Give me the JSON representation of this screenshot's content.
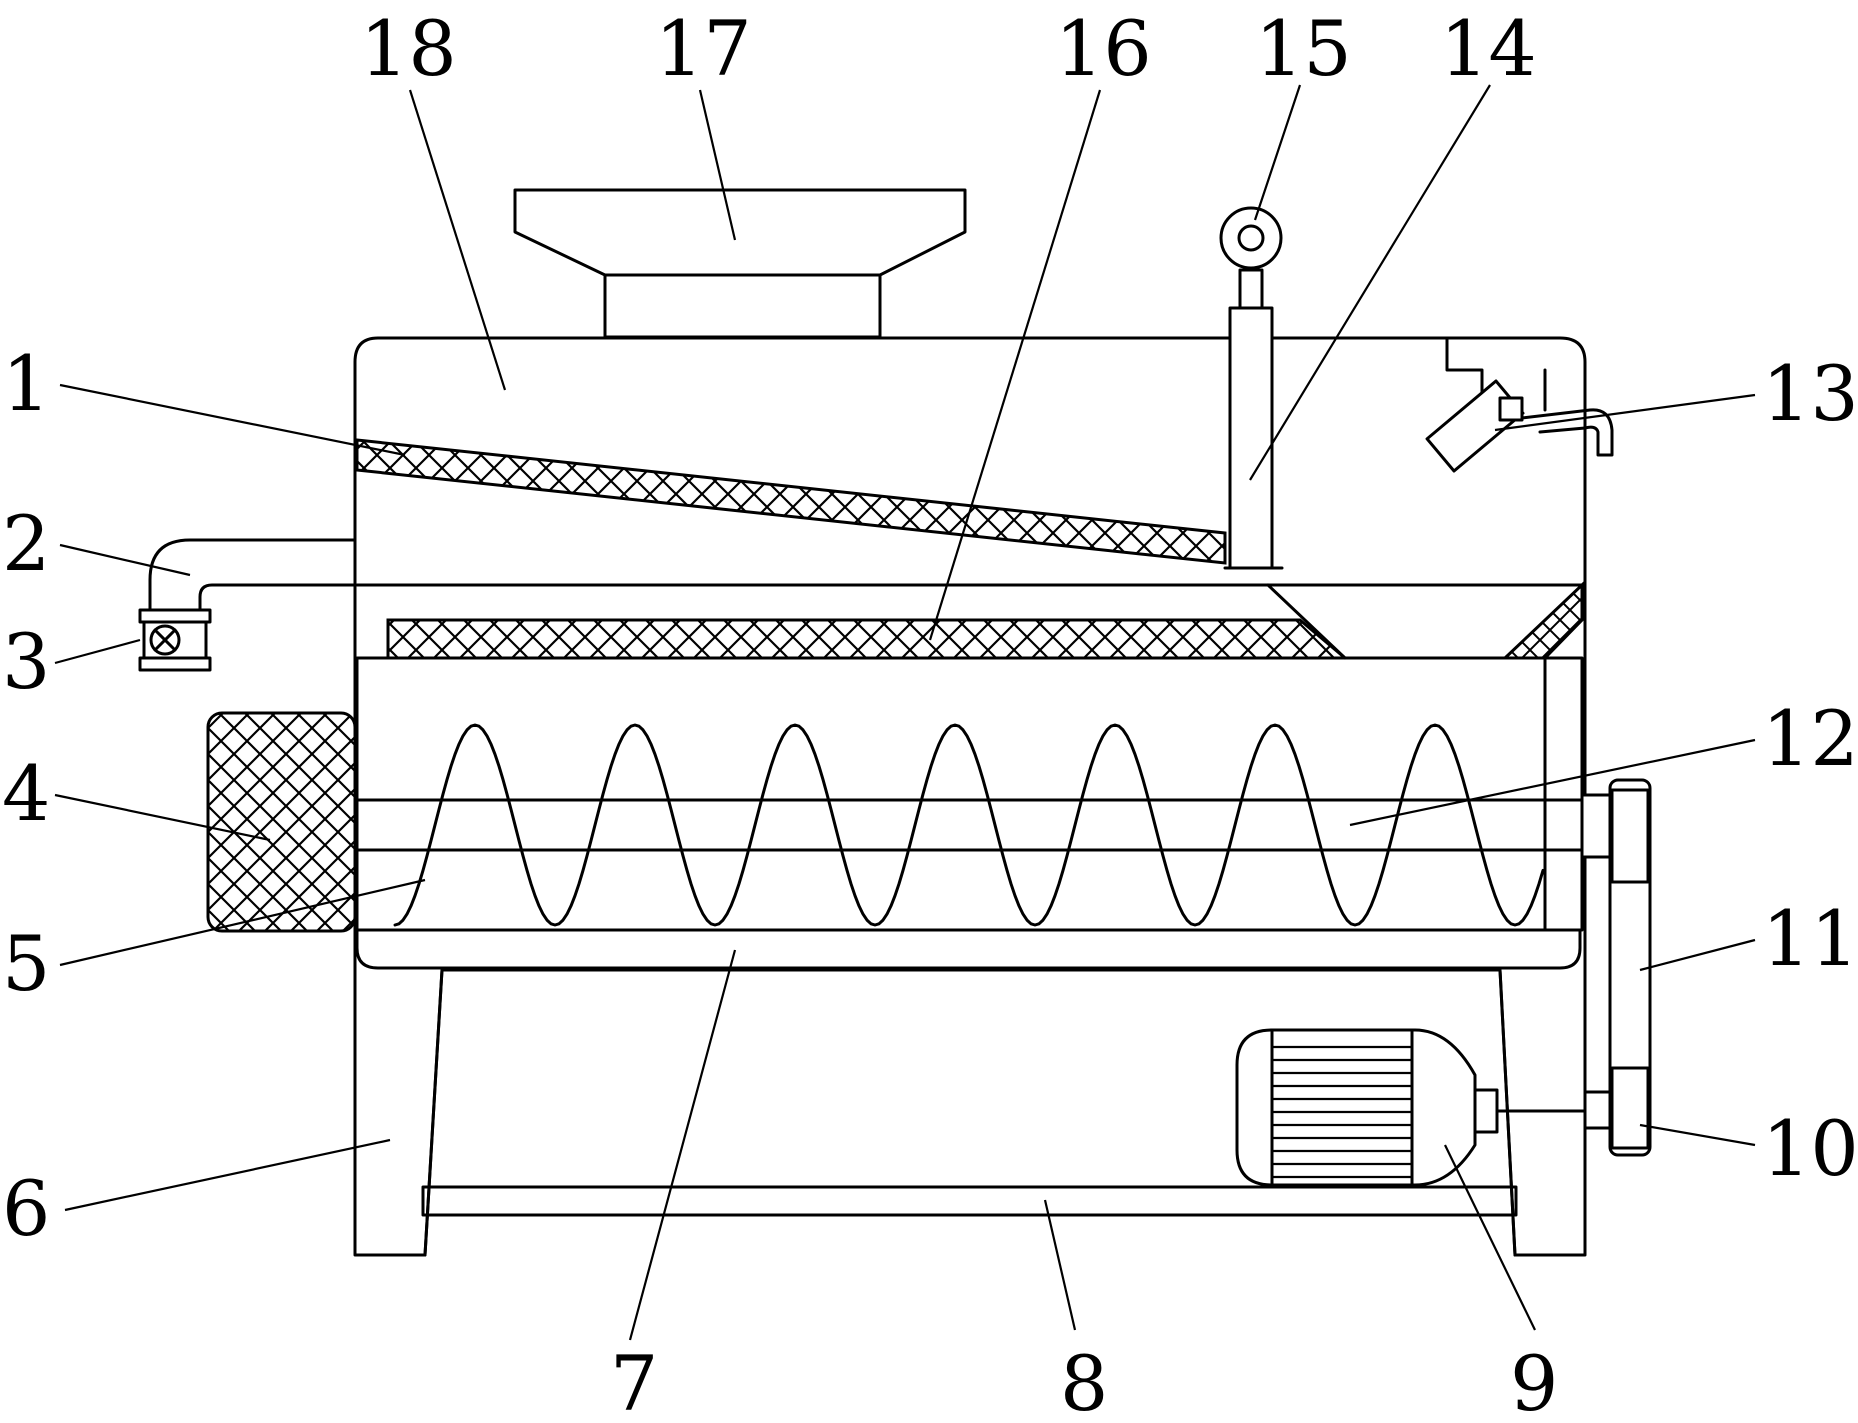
{
  "figure": {
    "callouts": [
      {
        "id": "p1",
        "text": "1"
      },
      {
        "id": "p2",
        "text": "2"
      },
      {
        "id": "p3",
        "text": "3"
      },
      {
        "id": "p4",
        "text": "4"
      },
      {
        "id": "p5",
        "text": "5"
      },
      {
        "id": "p6",
        "text": "6"
      },
      {
        "id": "p7",
        "text": "7"
      },
      {
        "id": "p8",
        "text": "8"
      },
      {
        "id": "p9",
        "text": "9"
      },
      {
        "id": "p10",
        "text": "10"
      },
      {
        "id": "p11",
        "text": "11"
      },
      {
        "id": "p12",
        "text": "12"
      },
      {
        "id": "p13",
        "text": "13"
      },
      {
        "id": "p14",
        "text": "14"
      },
      {
        "id": "p15",
        "text": "15"
      },
      {
        "id": "p16",
        "text": "16"
      },
      {
        "id": "p17",
        "text": "17"
      },
      {
        "id": "p18",
        "text": "18"
      }
    ]
  }
}
